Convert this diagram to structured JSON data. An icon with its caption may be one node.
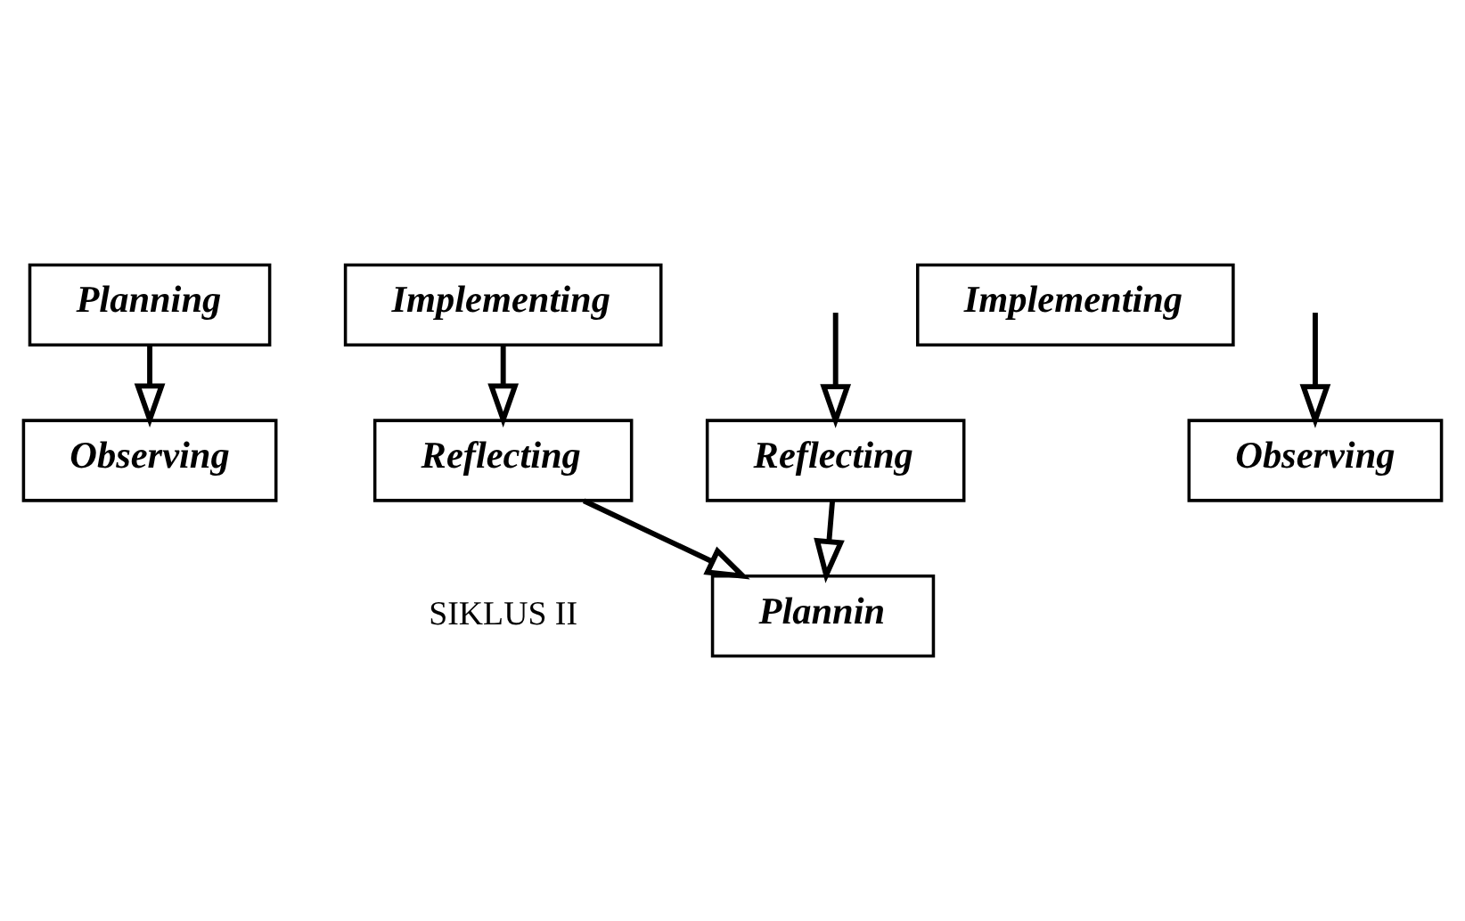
{
  "diagram": {
    "nodes": [
      {
        "text": [
          "Planning"
        ]
      },
      {
        "text": [
          "Reflecting"
        ]
      },
      {
        "text": [
          "Implementing"
        ]
      },
      {
        "text": [
          "Observing"
        ]
      },
      {
        "text": [
          "Implementing"
        ]
      },
      {
        "text": [
          "Reflecting"
        ]
      },
      {
        "text": [
          "Observing"
        ]
      },
      {
        "text": [
          "Plannin"
        ]
      }
    ],
    "edges": [
      {
        "from": 0,
        "to": 3,
        "arrow": "to"
      },
      {
        "from": null,
        "to": 1,
        "arrow": "to"
      },
      {
        "from": 1,
        "to": 7,
        "arrow": "to"
      },
      {
        "from": 4,
        "to": 5,
        "arrow": "to"
      },
      {
        "from": 5,
        "to": 7,
        "arrow": "to"
      },
      {
        "from": null,
        "to": 6,
        "arrow": "to"
      }
    ],
    "labels": [
      "SIKLUS II"
    ]
  }
}
